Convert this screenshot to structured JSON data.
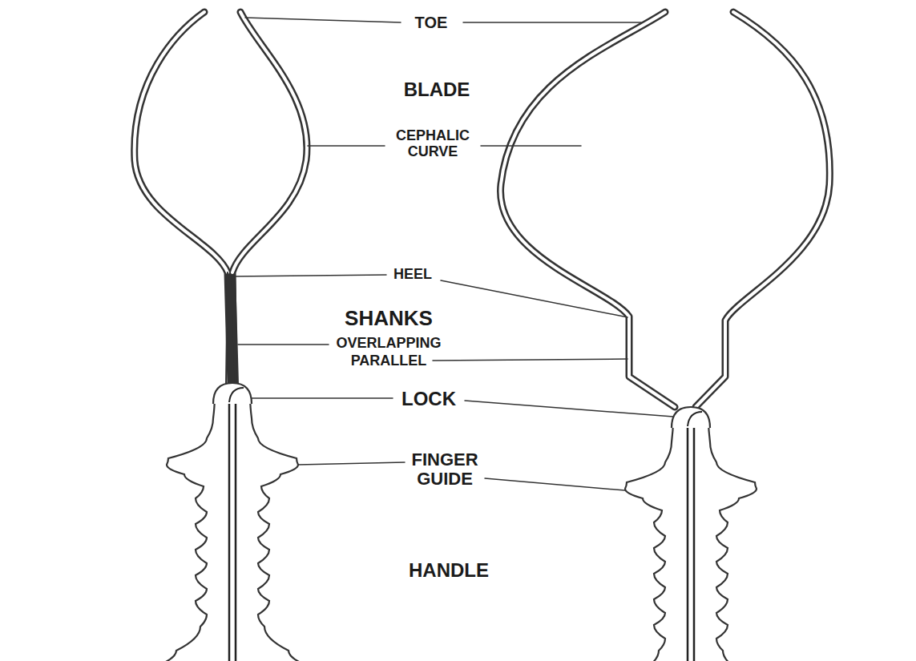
{
  "diagram": {
    "labels": [
      "TOE",
      "BLADE",
      "CEPHALIC CURVE",
      "HEEL",
      "SHANKS",
      "OVERLAPPING",
      "PARALLEL",
      "LOCK",
      "FINGER GUIDE",
      "HANDLE"
    ]
  }
}
